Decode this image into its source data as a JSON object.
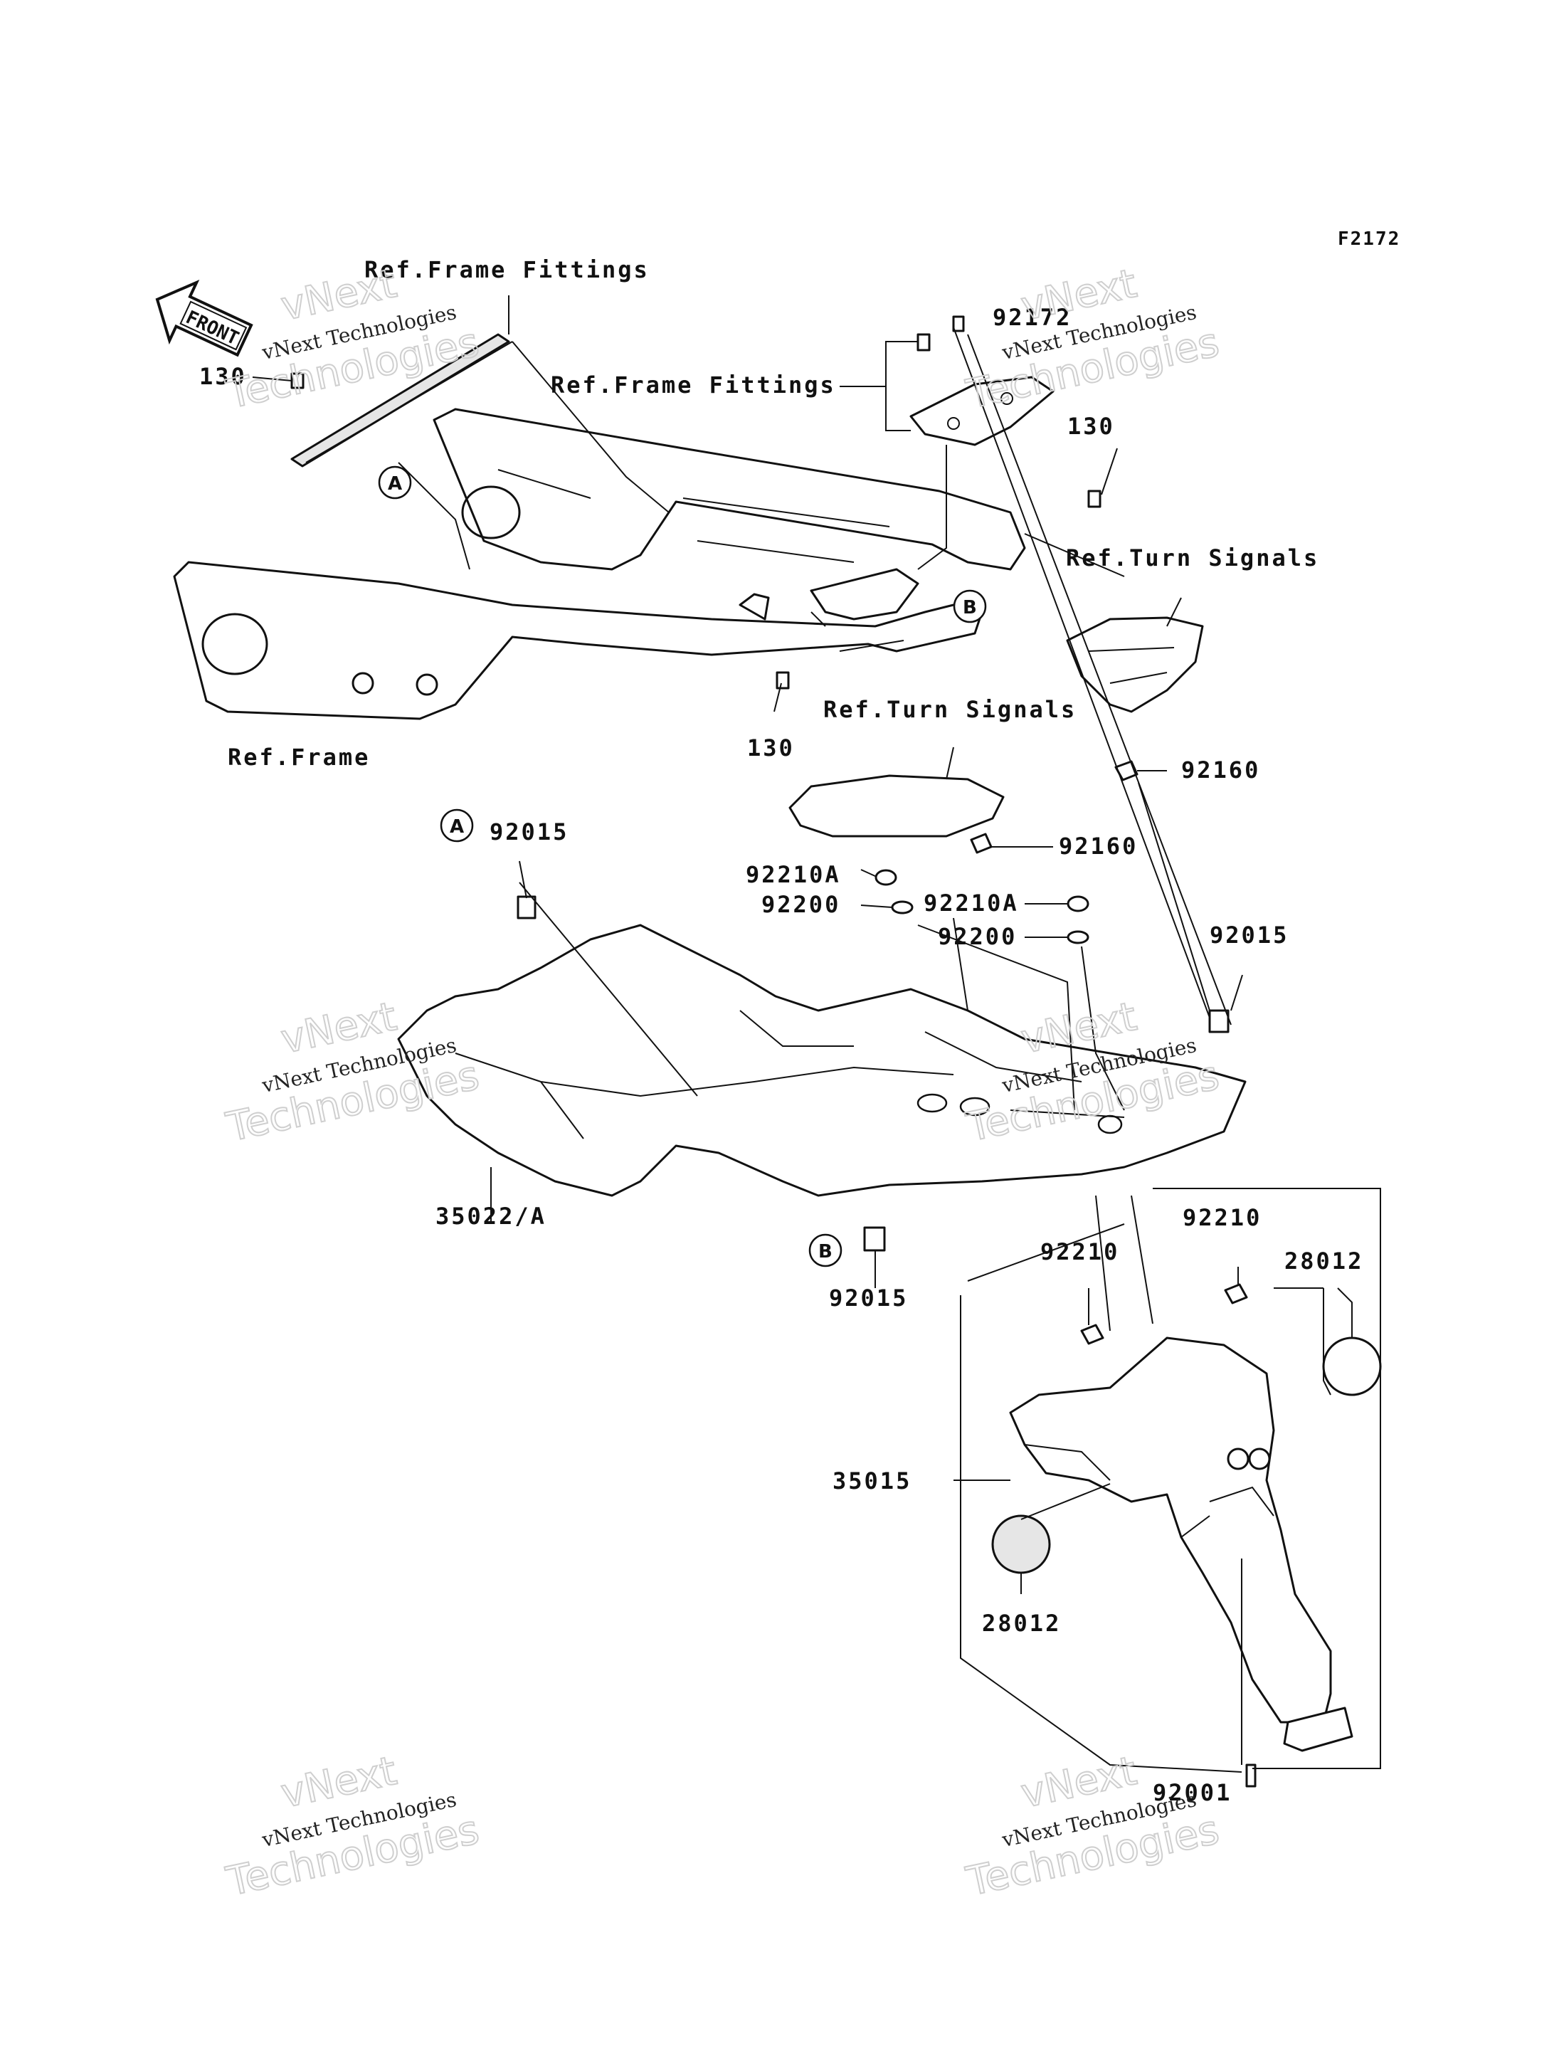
{
  "figure_code": "F2172",
  "front_label": "FRONT",
  "ref_labels": {
    "frame_fittings_1": "Ref.Frame Fittings",
    "frame_fittings_2": "Ref.Frame Fittings",
    "turn_signals_1": "Ref.Turn Signals",
    "turn_signals_2": "Ref.Turn Signals",
    "frame": "Ref.Frame"
  },
  "part_numbers": {
    "p130_a": "130",
    "p130_b": "130",
    "p130_c": "130",
    "p92172": "92172",
    "p92160_a": "92160",
    "p92160_b": "92160",
    "p92015_a": "92015",
    "p92015_b": "92015",
    "p92015_c": "92015",
    "p92210A_a": "92210A",
    "p92210A_b": "92210A",
    "p92200_a": "92200",
    "p92200_b": "92200",
    "p35022A": "35022/A",
    "p92210_a": "92210",
    "p92210_b": "92210",
    "p28012_a": "28012",
    "p28012_b": "28012",
    "p35015": "35015",
    "p92001": "92001"
  },
  "callouts": {
    "a1": "A",
    "a2": "A",
    "b1": "B",
    "b2": "B"
  },
  "watermark": {
    "line1": "vNext",
    "line2": "vNext Technologies",
    "line3": "Technologies"
  }
}
